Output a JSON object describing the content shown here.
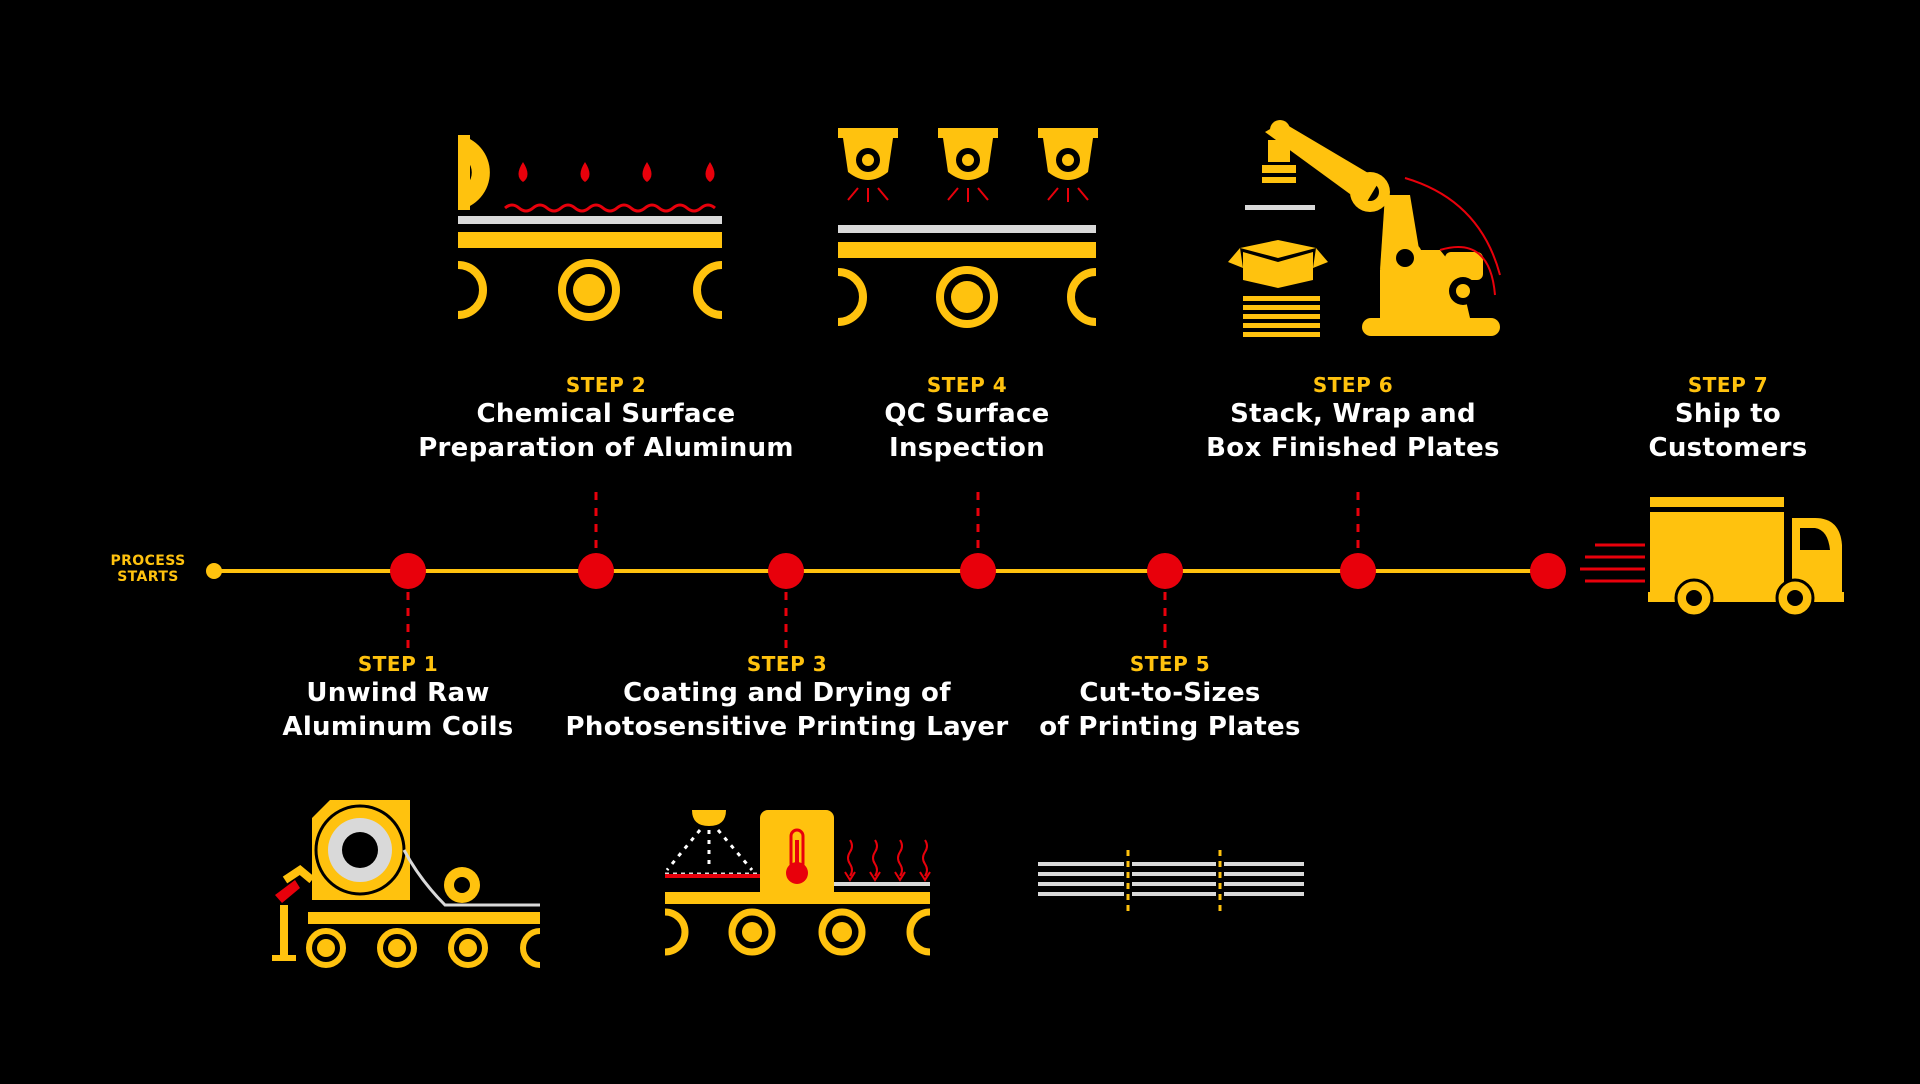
{
  "start_label": "PROCESS\nSTARTS",
  "colors": {
    "background": "#000000",
    "accent": "#FFC20E",
    "marker": "#E8000B",
    "text": "#FFFFFF",
    "metal": "#D9D9D9"
  },
  "steps": [
    {
      "number": "STEP 1",
      "title": "Unwind Raw\nAluminum Coils",
      "icon": "aluminum-coil-unwinder-icon"
    },
    {
      "number": "STEP 2",
      "title": "Chemical Surface\nPreparation of Aluminum",
      "icon": "chemical-spray-conveyor-icon"
    },
    {
      "number": "STEP 3",
      "title": "Coating and Drying of\nPhotosensitive Printing Layer",
      "icon": "coating-drying-oven-icon"
    },
    {
      "number": "STEP 4",
      "title": "QC Surface\nInspection",
      "icon": "camera-inspection-icon"
    },
    {
      "number": "STEP 5",
      "title": "Cut-to-Sizes\nof Printing Plates",
      "icon": "plate-cutting-icon"
    },
    {
      "number": "STEP 6",
      "title": "Stack, Wrap and\nBox Finished Plates",
      "icon": "robotic-arm-boxing-icon"
    },
    {
      "number": "STEP 7",
      "title": "Ship to Customers",
      "icon": "delivery-truck-icon"
    }
  ]
}
